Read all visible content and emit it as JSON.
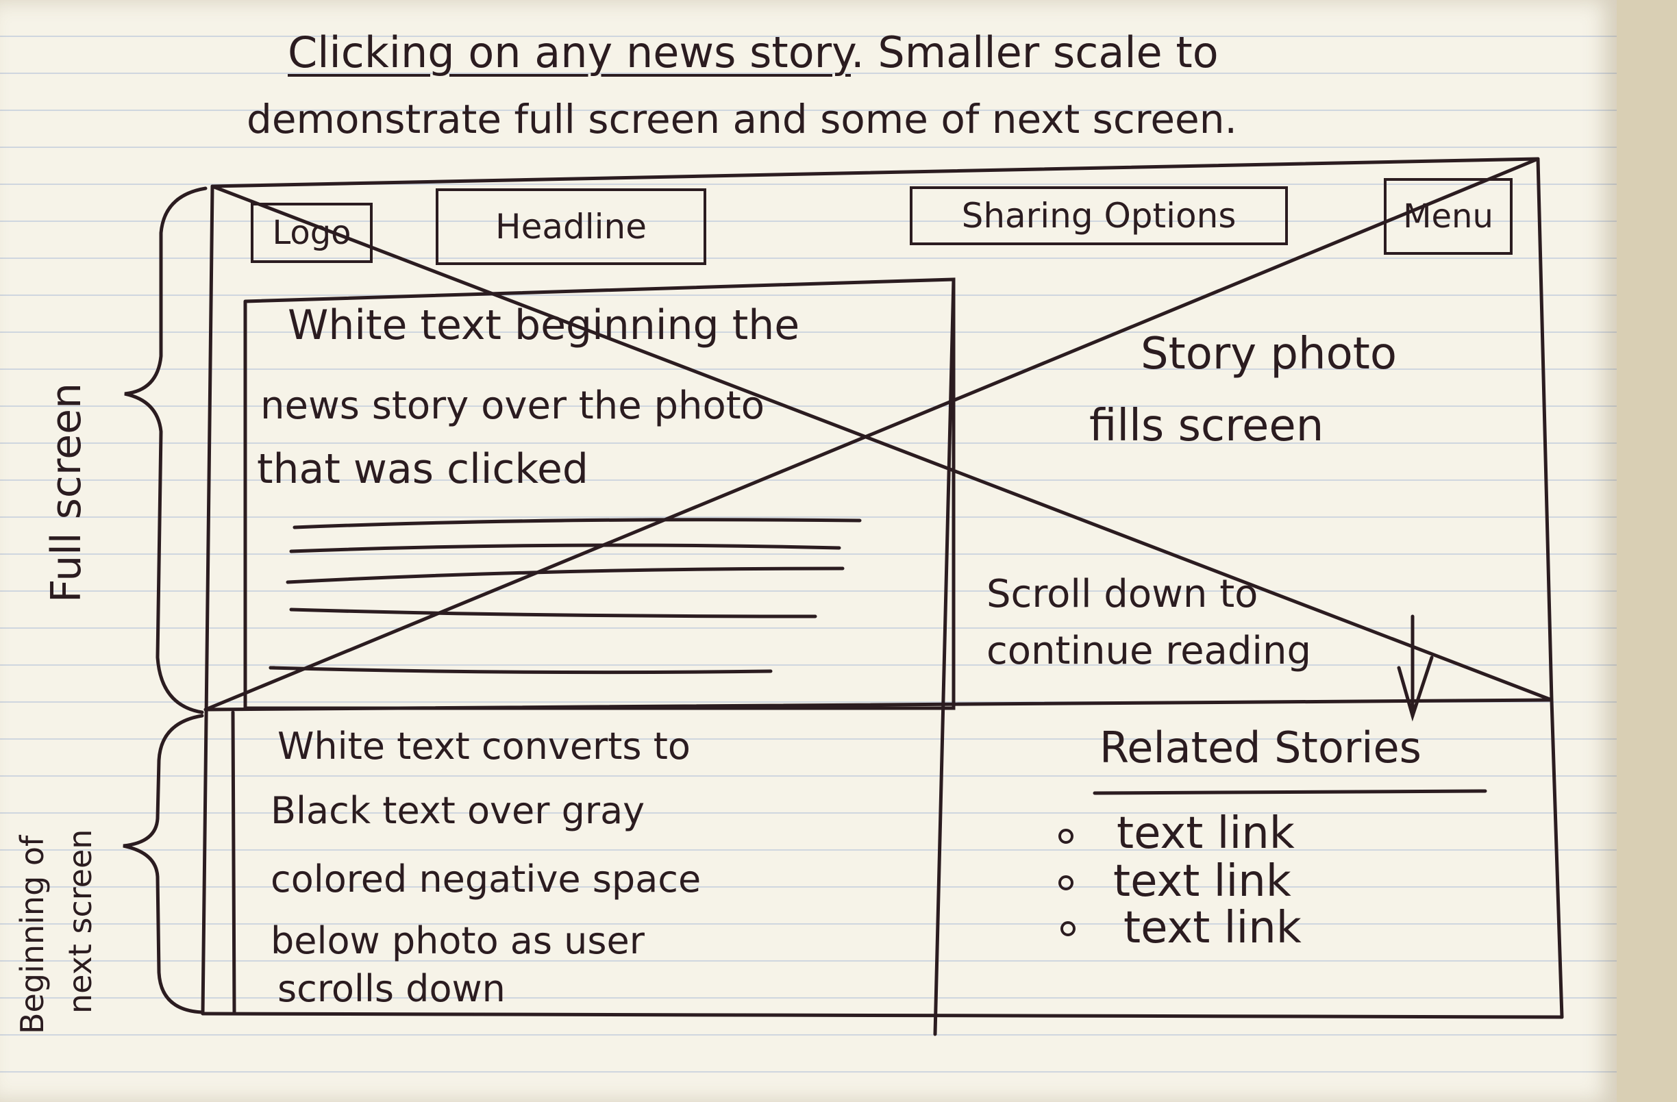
{
  "note": {
    "line1_underlined": "Clicking on any news story",
    "line1_rest": ". Smaller scale to",
    "line2": "demonstrate full screen and some of next screen."
  },
  "header": {
    "logo": "Logo",
    "headline": "Headline",
    "sharing": "Sharing Options",
    "menu": "Menu"
  },
  "story": {
    "white_text_l1": "White text beginning the",
    "white_text_l2": "news story over the photo",
    "white_text_l3": "that was clicked",
    "photo_l1": "Story photo",
    "photo_l2": "fills screen",
    "scroll_l1": "Scroll down to",
    "scroll_l2": "continue reading"
  },
  "next_screen": {
    "converts_l1": "White text converts to",
    "converts_l2": "Black text over gray",
    "converts_l3": "colored negative space",
    "converts_l4": "below photo as user",
    "converts_l5": "scrolls down",
    "related_title": "Related Stories",
    "links": [
      "text link",
      "text link",
      "text link"
    ]
  },
  "side_labels": {
    "full_screen": "Full screen",
    "next_l1": "Beginning of",
    "next_l2": "next screen"
  }
}
